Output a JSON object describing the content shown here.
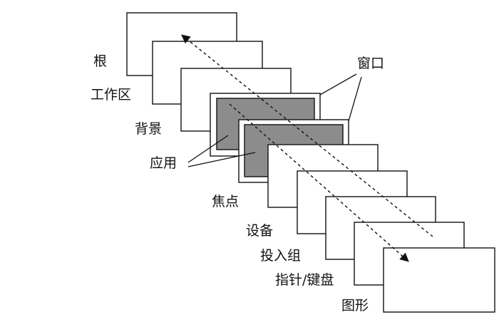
{
  "colors": {
    "stroke": "#111111",
    "paper": "#ffffff",
    "app_fill": "#8c8c8c"
  },
  "labels": {
    "root": "根",
    "workspace": "工作区",
    "background": "背景",
    "window": "窗口",
    "application": "应用",
    "focus": "焦点",
    "device": "设备",
    "input_group": "投入组",
    "pointer_keyboard": "指针/键盘",
    "graphics": "图形"
  }
}
